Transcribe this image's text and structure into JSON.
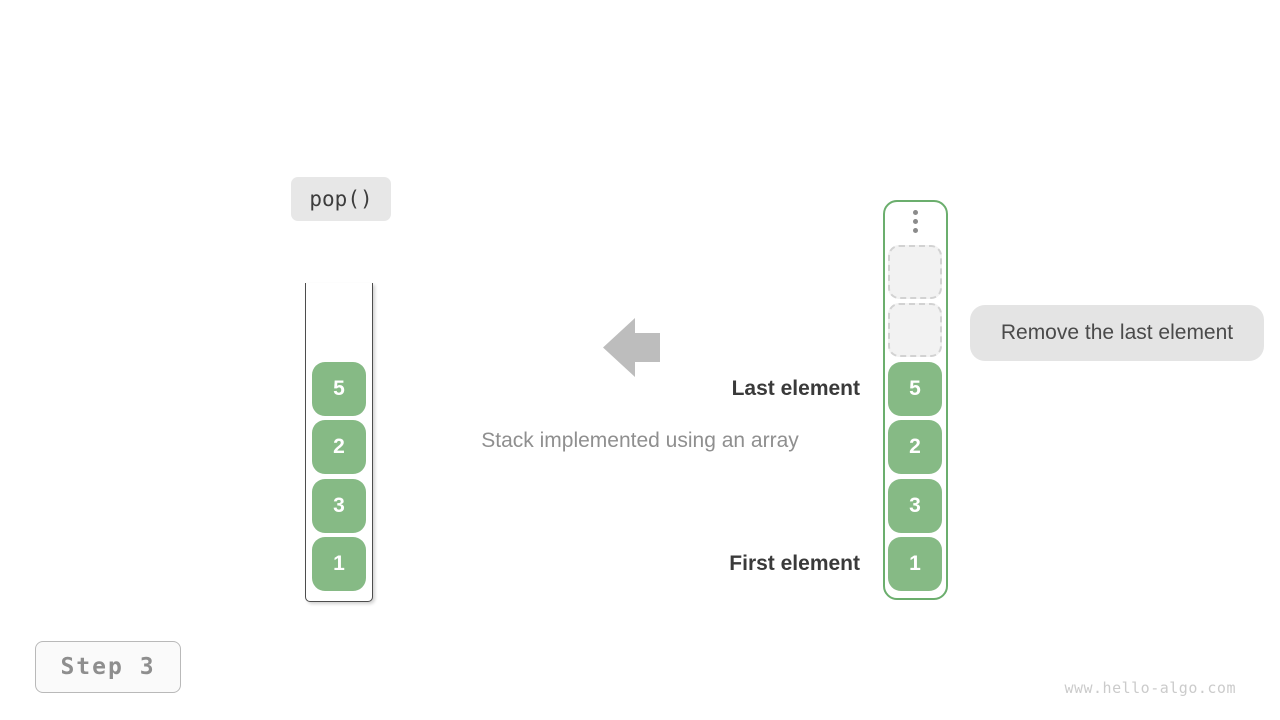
{
  "operation_badge": {
    "label": "pop()"
  },
  "step_badge": {
    "label": "Step 3"
  },
  "watermark": {
    "text": "www.hello-algo.com"
  },
  "caption": {
    "text": "Stack implemented using an array"
  },
  "annotations": {
    "last_element": "Last element",
    "first_element": "First element",
    "remove_note": "Remove the last element"
  },
  "stack_view": {
    "values": [
      "5",
      "2",
      "3",
      "1"
    ]
  },
  "array_view": {
    "ellipsis_icon": "vertical-ellipsis",
    "empty_slot_count": 2,
    "values": [
      "5",
      "2",
      "3",
      "1"
    ]
  },
  "colors": {
    "cell_green": "#86BA85",
    "array_border_green": "#6BAE6D",
    "empty_cell_bg": "#F2F2F2",
    "empty_cell_border": "#D2D2D2",
    "arrow_gray": "#BDBDBD",
    "badge_bg": "#E7E7E7",
    "note_bg": "#E4E4E4",
    "step_border": "#B9B9B9",
    "dark_text": "#3A3A3A",
    "muted_text": "#8F8F8F",
    "watermark_text": "#CBCBCB"
  }
}
